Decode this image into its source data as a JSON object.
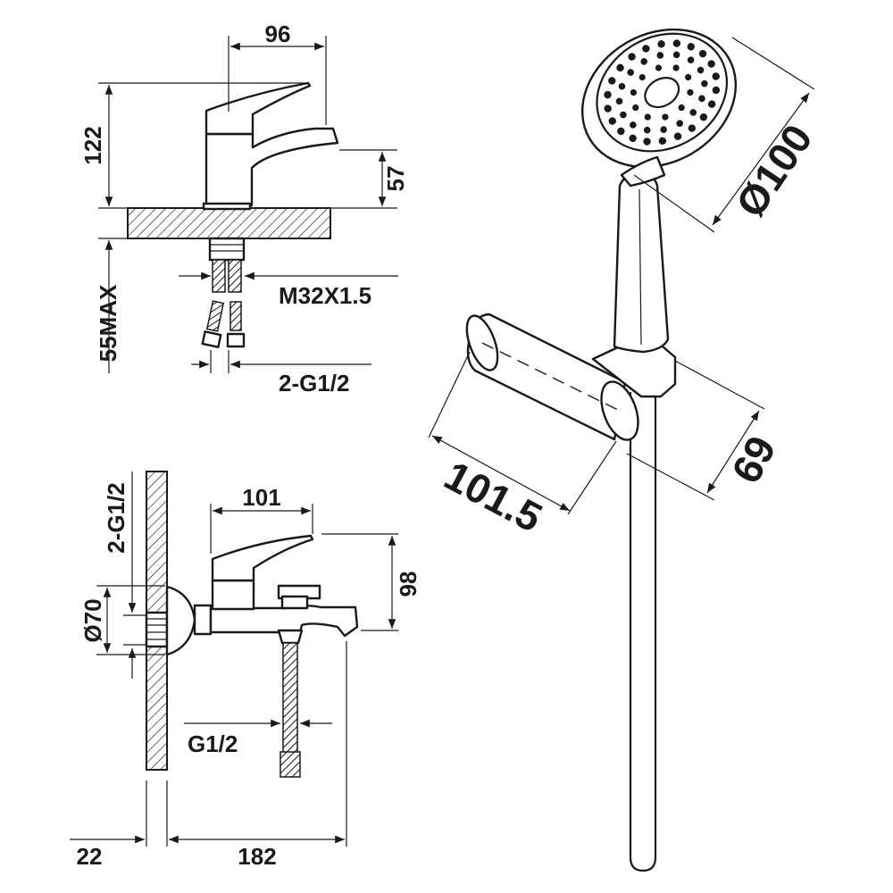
{
  "basin_mixer": {
    "dims": {
      "width": "96",
      "height": "122",
      "spout_height": "57",
      "max_thickness": "55MAX",
      "thread": "M32X1.5",
      "hose_connection": "2-G1/2"
    }
  },
  "bath_mixer": {
    "dims": {
      "spout_length": "101",
      "height": "98",
      "connection": "2-G1/2",
      "flange_diameter": "Ø70",
      "hose_outlet": "G1/2",
      "wall_offset": "22",
      "projection": "182"
    }
  },
  "hand_shower": {
    "dims": {
      "head_diameter": "Ø100",
      "holder_length": "101.5",
      "holder_height": "69"
    }
  },
  "colors": {
    "line": "#1a1a1a",
    "background": "#ffffff",
    "hatch": "#1a1a1a"
  }
}
